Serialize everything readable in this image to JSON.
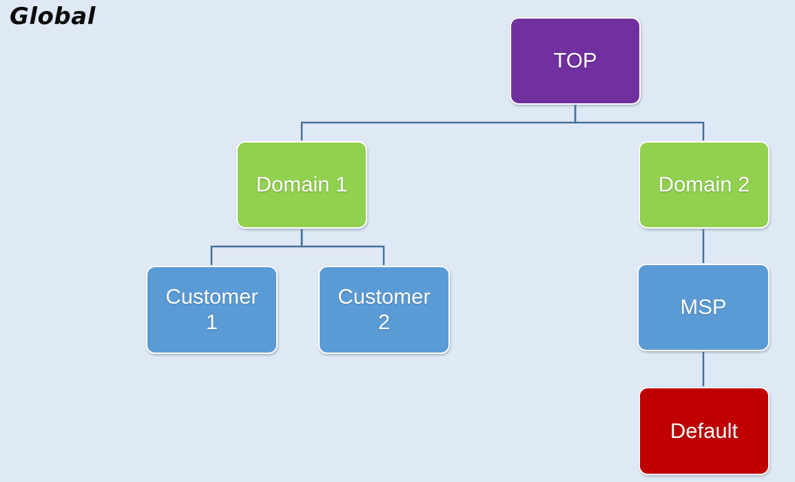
{
  "page": {
    "title": "Global",
    "background": "#dfe9f5",
    "title_color": "#0a0a0a"
  },
  "diagram": {
    "connector_color": "#41719c",
    "node_border_color": "#ffffff",
    "nodes": [
      {
        "id": "top",
        "label": "TOP",
        "color": "#7030a0",
        "text_color": "#ffffff"
      },
      {
        "id": "domain1",
        "label": "Domain 1",
        "color": "#92d050",
        "text_color": "#ffffff"
      },
      {
        "id": "domain2",
        "label": "Domain 2",
        "color": "#92d050",
        "text_color": "#ffffff"
      },
      {
        "id": "customer1",
        "label": "Customer 1",
        "color": "#5b9bd5",
        "text_color": "#ffffff"
      },
      {
        "id": "customer2",
        "label": "Customer 2",
        "color": "#5b9bd5",
        "text_color": "#ffffff"
      },
      {
        "id": "msp",
        "label": "MSP",
        "color": "#5b9bd5",
        "text_color": "#ffffff"
      },
      {
        "id": "default",
        "label": "Default",
        "color": "#c00000",
        "text_color": "#ffffff"
      }
    ],
    "edges": [
      {
        "from": "TOP",
        "to": "Domain 1"
      },
      {
        "from": "TOP",
        "to": "Domain 2"
      },
      {
        "from": "Domain 1",
        "to": "Customer 1"
      },
      {
        "from": "Domain 1",
        "to": "Customer 2"
      },
      {
        "from": "Domain 2",
        "to": "MSP"
      },
      {
        "from": "MSP",
        "to": "Default"
      }
    ]
  }
}
